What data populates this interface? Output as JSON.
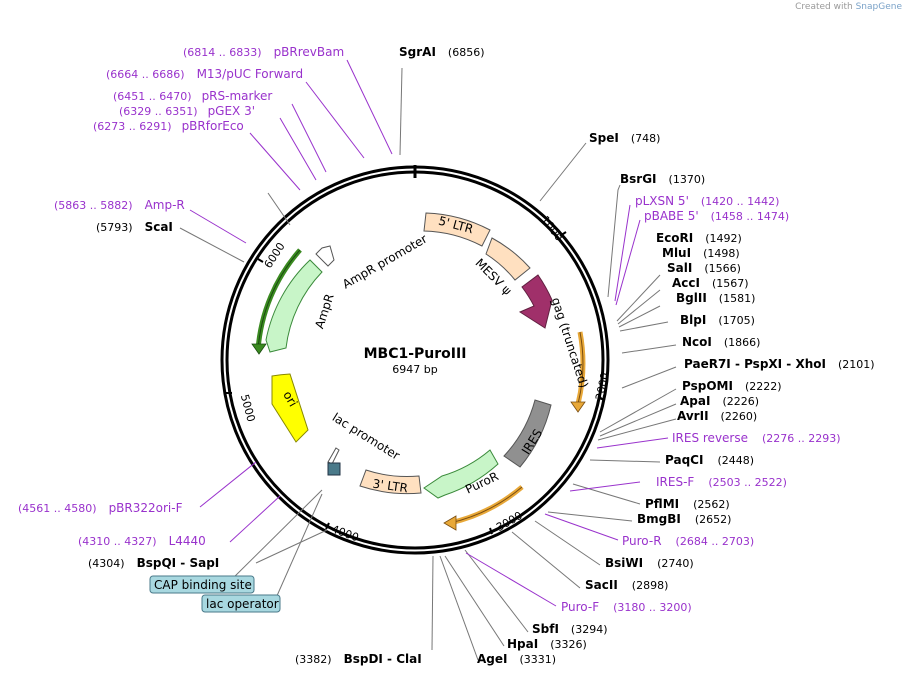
{
  "credit": {
    "prefix": "Created with",
    "brand": "SnapGene"
  },
  "plasmid": {
    "name": "MBC1-PuroIII",
    "length_label": "6947 bp",
    "length": 6947
  },
  "ticks": [
    "1000",
    "2000",
    "3000",
    "4000",
    "5000",
    "6000"
  ],
  "features": [
    {
      "name": "5' LTR",
      "color": "#ffe0c0"
    },
    {
      "name": "MESV ψ",
      "color": "#ffe0c0"
    },
    {
      "name": "gag (truncated)",
      "color": "#a0306a"
    },
    {
      "name": "IRES",
      "color": "#909090"
    },
    {
      "name": "PuroR",
      "color": "#c8f5c8"
    },
    {
      "name": "3' LTR",
      "color": "#ffe0c0"
    },
    {
      "name": "lac promoter",
      "color": "#ffffff"
    },
    {
      "name": "ori",
      "color": "#ffff00"
    },
    {
      "name": "AmpR",
      "color": "#c8f5c8"
    },
    {
      "name": "AmpR promoter",
      "color": "#ffffff"
    }
  ],
  "labels": [
    {
      "type": "enzyme",
      "name": "SgrAI",
      "pos": "(6856)"
    },
    {
      "type": "enzyme",
      "name": "SpeI",
      "pos": "(748)"
    },
    {
      "type": "enzyme",
      "name": "BsrGI",
      "pos": "(1370)"
    },
    {
      "type": "primer",
      "name": "pLXSN 5'",
      "pos": "(1420 .. 1442)"
    },
    {
      "type": "primer",
      "name": "pBABE 5'",
      "pos": "(1458 .. 1474)"
    },
    {
      "type": "enzyme",
      "name": "EcoRI",
      "pos": "(1492)"
    },
    {
      "type": "enzyme",
      "name": "MluI",
      "pos": "(1498)"
    },
    {
      "type": "enzyme",
      "name": "SalI",
      "pos": "(1566)"
    },
    {
      "type": "enzyme",
      "name": "AccI",
      "pos": "(1567)"
    },
    {
      "type": "enzyme",
      "name": "BglII",
      "pos": "(1581)"
    },
    {
      "type": "enzyme",
      "name": "BlpI",
      "pos": "(1705)"
    },
    {
      "type": "enzyme",
      "name": "NcoI",
      "pos": "(1866)"
    },
    {
      "type": "enzyme",
      "name": "PaeR7I - PspXI - XhoI",
      "pos": "(2101)"
    },
    {
      "type": "enzyme",
      "name": "PspOMI",
      "pos": "(2222)"
    },
    {
      "type": "enzyme",
      "name": "ApaI",
      "pos": "(2226)"
    },
    {
      "type": "enzyme",
      "name": "AvrII",
      "pos": "(2260)"
    },
    {
      "type": "primer",
      "name": "IRES reverse",
      "pos": "(2276 .. 2293)"
    },
    {
      "type": "enzyme",
      "name": "PaqCI",
      "pos": "(2448)"
    },
    {
      "type": "primer",
      "name": "IRES-F",
      "pos": "(2503 .. 2522)"
    },
    {
      "type": "enzyme",
      "name": "PflMI",
      "pos": "(2562)"
    },
    {
      "type": "enzyme",
      "name": "BmgBI",
      "pos": "(2652)"
    },
    {
      "type": "primer",
      "name": "Puro-R",
      "pos": "(2684 .. 2703)"
    },
    {
      "type": "enzyme",
      "name": "BsiWI",
      "pos": "(2740)"
    },
    {
      "type": "enzyme",
      "name": "SacII",
      "pos": "(2898)"
    },
    {
      "type": "primer",
      "name": "Puro-F",
      "pos": "(3180 .. 3200)"
    },
    {
      "type": "enzyme",
      "name": "SbfI",
      "pos": "(3294)"
    },
    {
      "type": "enzyme",
      "name": "HpaI",
      "pos": "(3326)"
    },
    {
      "type": "enzyme",
      "name": "AgeI",
      "pos": "(3331)"
    },
    {
      "type": "enzyme",
      "name": "BspDI - ClaI",
      "pos": "(3382)"
    },
    {
      "type": "enzyme",
      "name": "BspQI - SapI",
      "pos": "(4304)"
    },
    {
      "type": "primer",
      "name": "L4440",
      "pos": "(4310 .. 4327)"
    },
    {
      "type": "primer",
      "name": "pBR322ori-F",
      "pos": "(4561 .. 4580)"
    },
    {
      "type": "enzyme",
      "name": "ScaI",
      "pos": "(5793)"
    },
    {
      "type": "primer",
      "name": "Amp-R",
      "pos": "(5863 .. 5882)"
    },
    {
      "type": "primer",
      "name": "pBRforEco",
      "pos": "(6273 .. 6291)"
    },
    {
      "type": "primer",
      "name": "pGEX 3'",
      "pos": "(6329 .. 6351)"
    },
    {
      "type": "primer",
      "name": "pRS-marker",
      "pos": "(6451 .. 6470)"
    },
    {
      "type": "primer",
      "name": "M13/pUC Forward",
      "pos": "(6664 .. 6686)"
    },
    {
      "type": "primer",
      "name": "pBRrevBam",
      "pos": "(6814 .. 6833)"
    }
  ],
  "boxes": [
    {
      "name": "CAP binding site"
    },
    {
      "name": "lac operator"
    }
  ],
  "colors": {
    "primer": "#9932cc",
    "backbone": "#000000",
    "orf": "#e8a838"
  }
}
